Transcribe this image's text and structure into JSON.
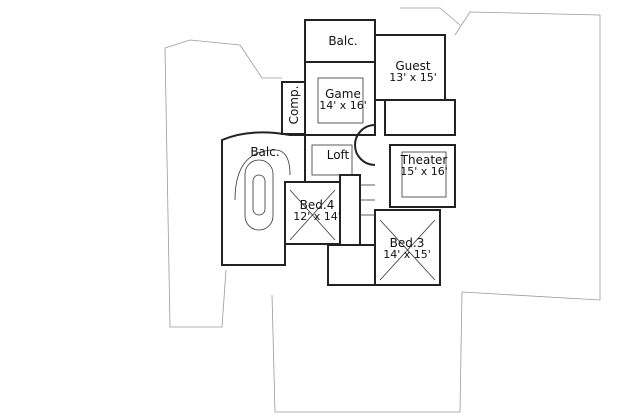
{
  "rooms": {
    "balc_top": {
      "name": "Balc."
    },
    "guest": {
      "name": "Guest",
      "size": "13' x 15'"
    },
    "game": {
      "name": "Game",
      "size": "14' x 16'"
    },
    "comp": {
      "name": "Comp."
    },
    "balc_left": {
      "name": "Balc."
    },
    "loft": {
      "name": "Loft"
    },
    "theater": {
      "name": "Theater",
      "size": "15' x 16'"
    },
    "bed4": {
      "name": "Bed.4",
      "size": "12' x 14'"
    },
    "bed3": {
      "name": "Bed.3",
      "size": "14' x 15'"
    }
  }
}
